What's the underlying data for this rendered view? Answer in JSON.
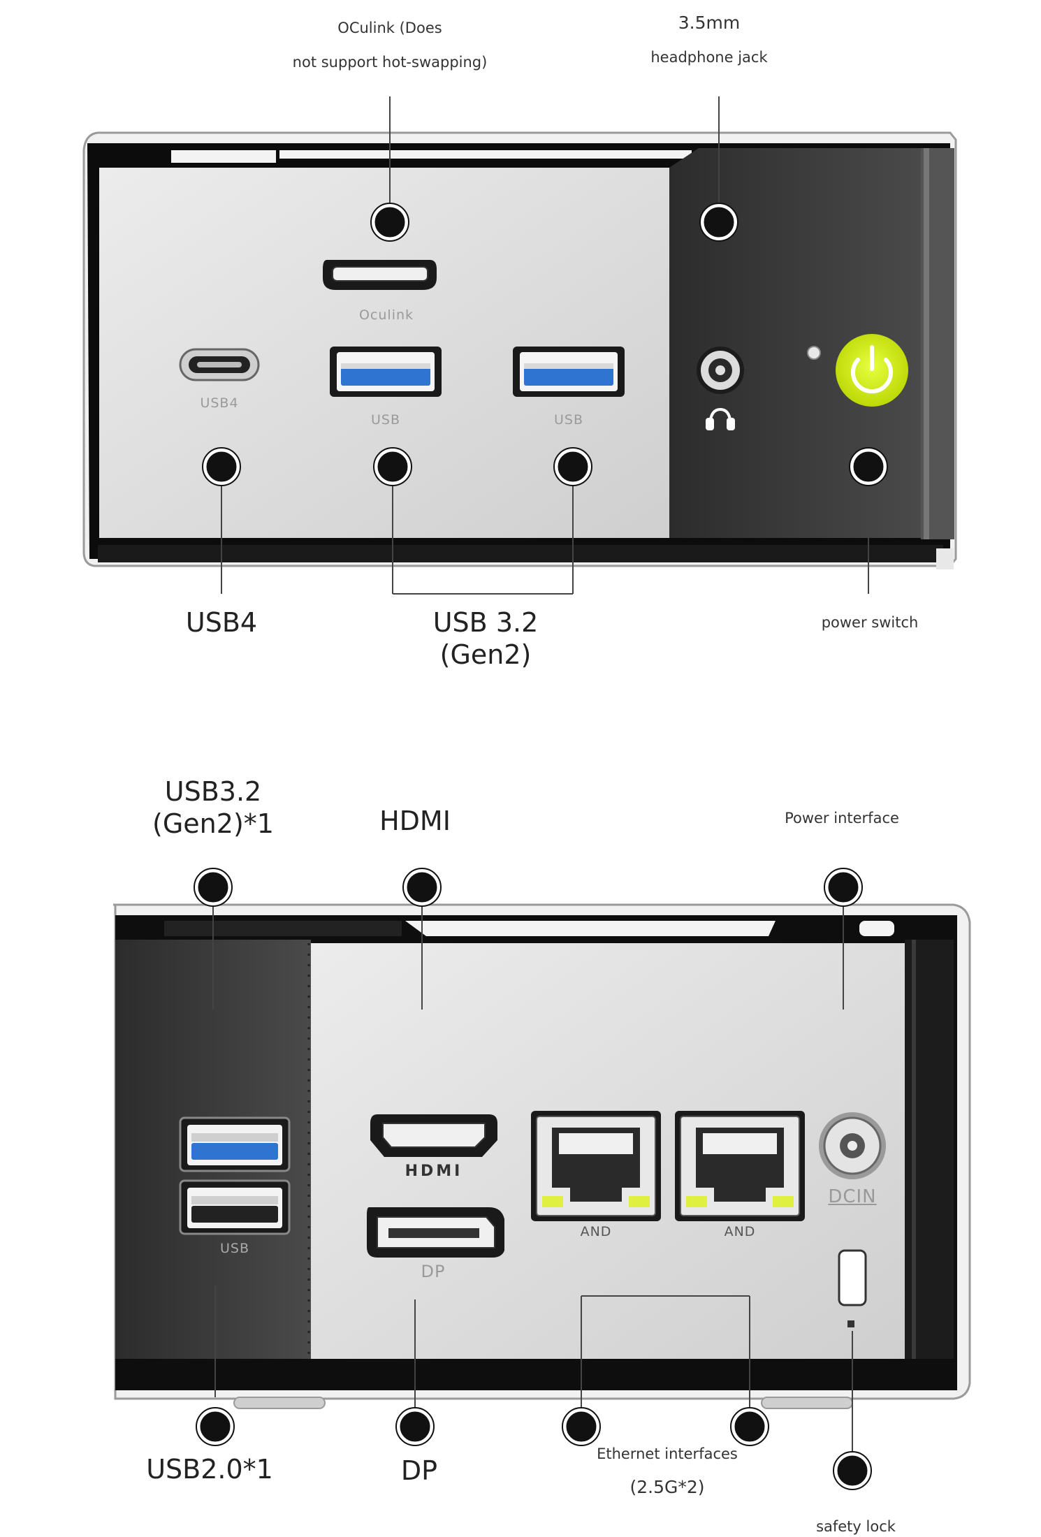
{
  "top_view": {
    "callouts": {
      "oculink_line1": "OCulink (Does",
      "oculink_line2": "not support hot-swapping)",
      "jack_line1": "3.5mm",
      "jack_line2": "headphone jack",
      "usb4": "USB4",
      "usb32_line1": "USB 3.2",
      "usb32_line2": "(Gen2)",
      "power_switch": "power switch"
    },
    "port_labels": {
      "oculink": "Oculink",
      "usb4": "USB4",
      "usb_a1": "USB",
      "usb_a2": "USB"
    }
  },
  "bottom_view": {
    "callouts": {
      "usb32_line1": "USB3.2",
      "usb32_line2": "(Gen2)*1",
      "hdmi": "HDMI",
      "power_interface": "Power interface",
      "usb20": "USB2.0*1",
      "dp": "DP",
      "ethernet_line1": "Ethernet interfaces",
      "ethernet_line2": "(2.5G*2)",
      "safety_lock": "safety lock"
    },
    "port_labels": {
      "usb": "USB",
      "hdmi_logo": "HDMI",
      "dp": "DP",
      "lan1": "AND",
      "lan2": "AND",
      "dcin": "DCIN"
    }
  },
  "colors": {
    "power_button": "#d4f000",
    "usb3_blue": "#2f74d0",
    "lan_led": "#e0f040",
    "dark_panel": "#3a3a3a",
    "light_panel": "#dcdcdc"
  },
  "icons": {
    "power": "power-icon",
    "headphone": "headphone-icon"
  }
}
